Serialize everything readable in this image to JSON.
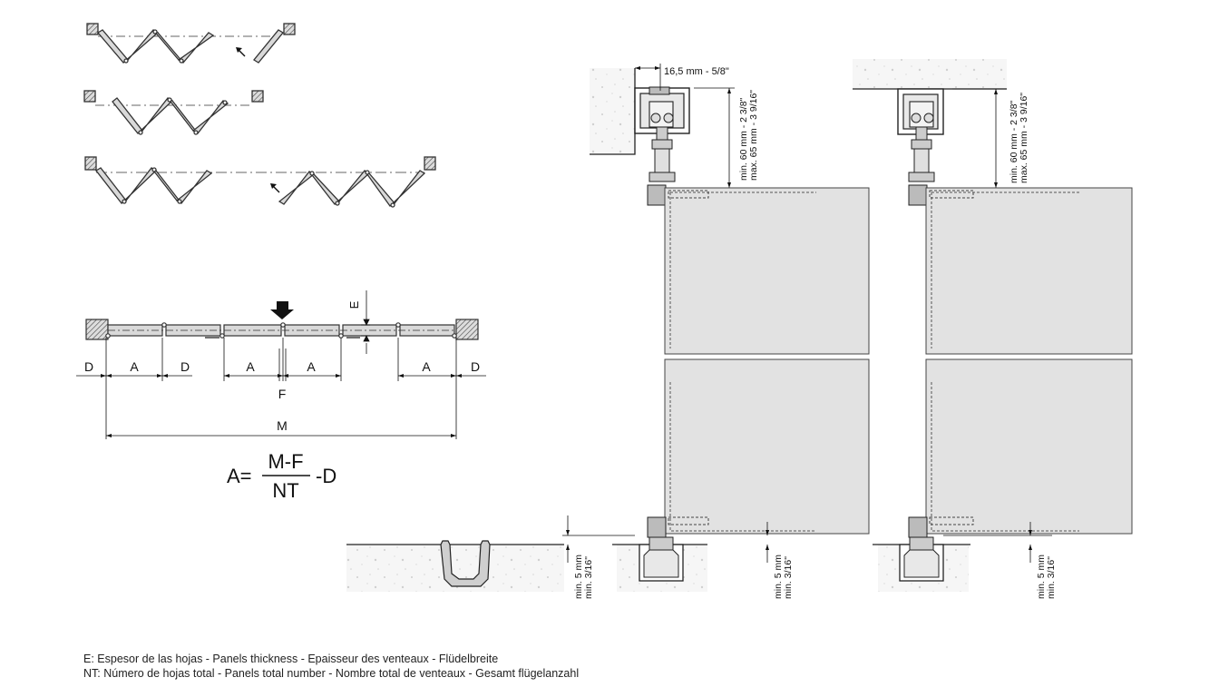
{
  "dimensions": {
    "offset_label": "16,5 mm - 5/8\"",
    "height_min_label": "min. 60 mm - 2 3/8\"",
    "height_max_label": "max. 65 mm - 3 9/16\"",
    "gap_min_mm_label": "min. 5 mm",
    "gap_min_in_label": "min. 3/16\""
  },
  "plan": {
    "label_D": "D",
    "label_A": "A",
    "label_E": "E",
    "label_F": "F",
    "label_M": "M"
  },
  "formula": {
    "lhs": "A=",
    "numerator": "M-F",
    "denominator": "NT",
    "suffix": "-D"
  },
  "legend": {
    "line1": "E: Espesor de las hojas - Panels thickness - Epaisseur des venteaux - Flüdelbreite",
    "line2": "NT: Número de hojas total - Panels total number - Nombre total de venteaux - Gesamt flügelanzahl"
  }
}
